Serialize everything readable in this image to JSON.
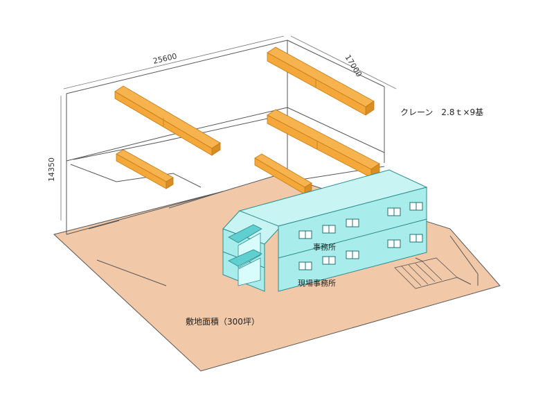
{
  "dimensions": {
    "width": "25600",
    "depth": "17000",
    "height": "14350"
  },
  "crane_label": "クレーン　2.8ｔ×9基",
  "building": {
    "upper_floor": "事務所",
    "lower_floor": "現場事務所"
  },
  "site_area": "敷地面積（300坪）",
  "colors": {
    "site": "#f2c9a8",
    "building": "#a8ecec",
    "building_dark": "#5fcfcf",
    "beam": "#f7b34d",
    "beam_dark": "#d98e22",
    "line": "#444444"
  }
}
